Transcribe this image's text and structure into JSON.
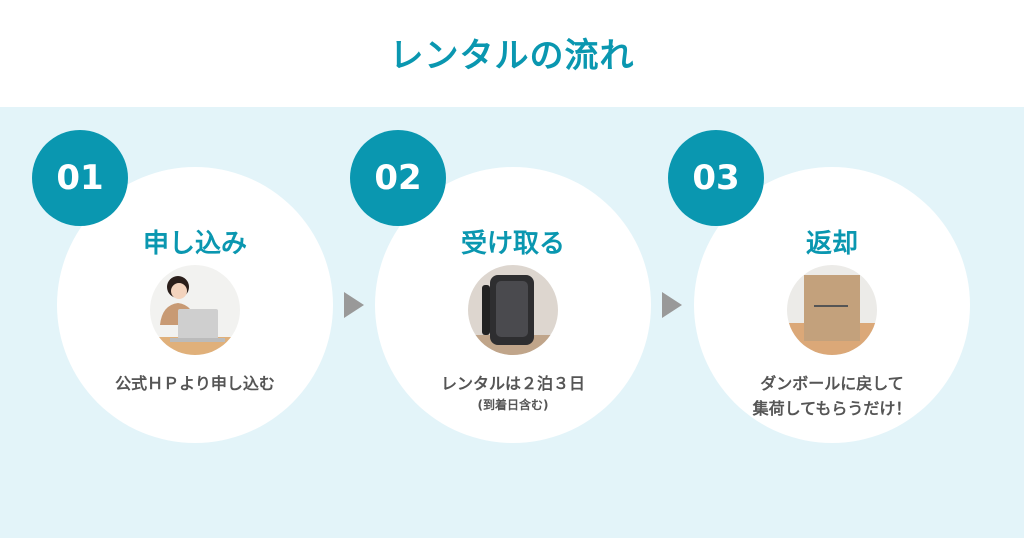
{
  "title": "レンタルの流れ",
  "steps": [
    {
      "number": "01",
      "title": "申し込み",
      "desc": "公式ＨＰより申し込む",
      "image": "woman-laptop-photo"
    },
    {
      "number": "02",
      "title": "受け取る",
      "desc": "レンタルは２泊３日",
      "sub": "(到着日含む)",
      "image": "backpack-photo"
    },
    {
      "number": "03",
      "title": "返却",
      "desc": "ダンボールに戻して",
      "desc2": "集荷してもらうだけ！",
      "image": "cardboard-box-photo"
    }
  ],
  "colors": {
    "accent": "#0a97b0",
    "band": "#e3f4f9",
    "arrow": "#999999"
  }
}
